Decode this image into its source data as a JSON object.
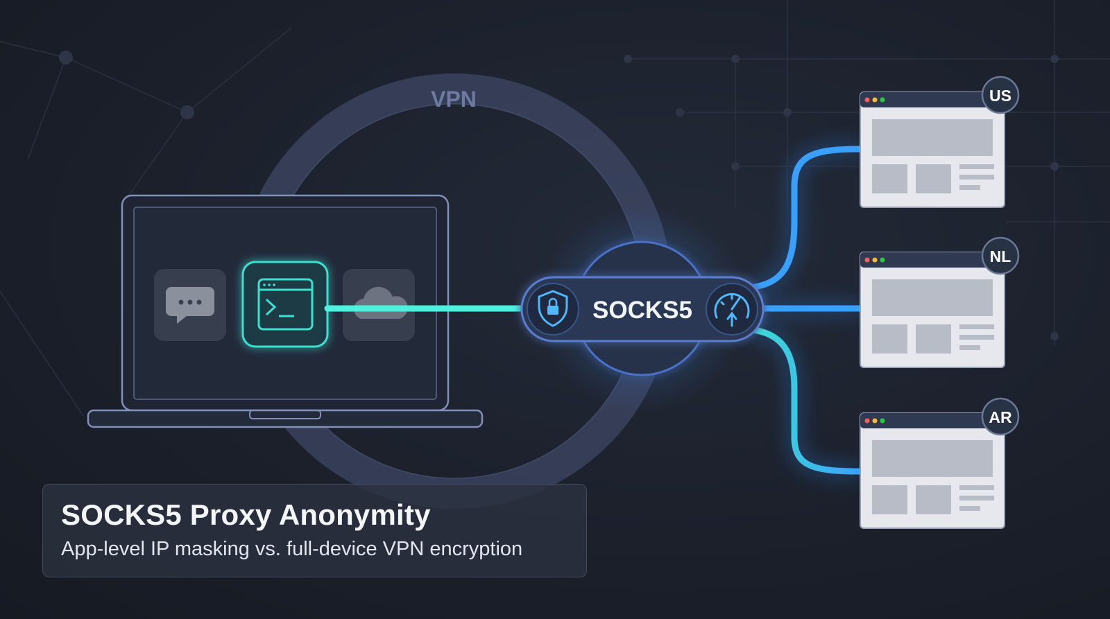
{
  "diagram": {
    "vpn_ring_label": "VPN",
    "proxy_label": "SOCKS5",
    "apps": [
      {
        "icon": "chat-bubble-icon",
        "active": false
      },
      {
        "icon": "terminal-window-icon",
        "active": true
      },
      {
        "icon": "cloud-icon",
        "active": false
      }
    ],
    "destinations": [
      {
        "label": "US"
      },
      {
        "label": "NL"
      },
      {
        "label": "AR"
      }
    ],
    "colors": {
      "background": "#1b202b",
      "vpn_ring": "#5a6690",
      "app_tunnel": "#3ee0d0",
      "proxy_link": "#3aa0ff",
      "browser_body": "#e6e8ee",
      "browser_bar": "#2f3a52"
    }
  },
  "caption": {
    "title": "SOCKS5 Proxy Anonymity",
    "subtitle": "App-level IP masking vs. full-device VPN encryption"
  }
}
